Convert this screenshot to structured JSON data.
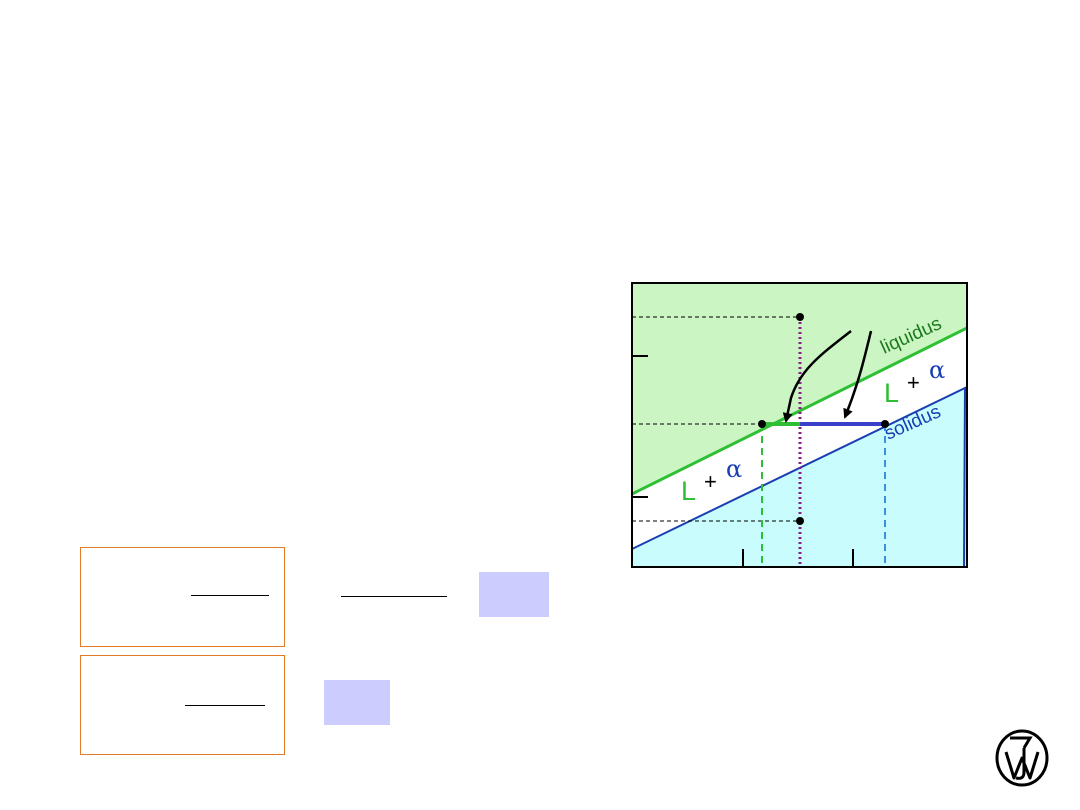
{
  "diagram": {
    "labels": {
      "liquidus": "liquidus",
      "solidus": "solidus",
      "region_upper": {
        "L": "L",
        "plus": "+",
        "alpha": "α"
      },
      "region_lower": {
        "L": "L",
        "plus": "+",
        "alpha": "α"
      }
    },
    "colors": {
      "liquid_region": "#ccf5c4",
      "solid_region": "#c9fcfc",
      "liquidus_line": "#2fbf34",
      "solidus_line": "#1a3fb3",
      "tie_line_liquid": "#2fbf34",
      "tie_line_solid": "#3a40c8",
      "composition_line": "#8b1a8b",
      "liquidus_label": "#1f7a1f",
      "solidus_label": "#1a3fb3",
      "L_text": "#2fbf34",
      "alpha_text": "#1a3fb3",
      "frame": "#000000"
    }
  },
  "formulas": {
    "box_border": "#e07a26",
    "highlight": "#ccccff"
  },
  "logo": {
    "icon": "wiley-logo-icon"
  }
}
